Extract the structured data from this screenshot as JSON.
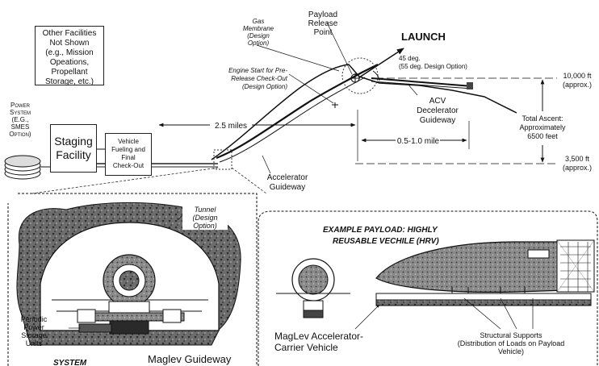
{
  "top": {
    "other_facilities": "Other Facilities\nNot Shown\n(e.g., Mission\nOpeations,\nPropellant\nStorage, etc.)",
    "power_system": "Power\nSystem\n(E.G.,\nSMES\nOption)",
    "staging_facility": "Staging\nFacility",
    "vehicle_fueling": "Vehicle\nFueling and\nFinal\nCheck-Out",
    "gas_membrane": "Gas\nMembrane\n(Design\nOption)",
    "payload_release": "Payload\nRelease\nPoint",
    "launch": "LAUNCH",
    "angle": "45 deg.\n(55 deg. Design Option)",
    "engine_start": "Engine Start for Pre-\nRelease Check-Out\n(Design Option)",
    "distance_25": "2.5 miles",
    "distance_05": "0.5-1.0 mile",
    "acv_guideway": "ACV\nDecelerator\nGuideway",
    "accelerator_guideway": "Accelerator\nGuideway",
    "alt_10000": "10,000 ft\n(approx.)",
    "total_ascent": "Total Ascent:\nApproximately\n6500 feet",
    "alt_3500": "3,500 ft\n(approx.)"
  },
  "left_detail": {
    "tunnel": "Tunnel\n(Design\nOption)",
    "power_storage": "Periodic\nPower\nStorage\nUnits",
    "system": "SYSTEM",
    "maglev_guideway": "Maglev Guideway"
  },
  "right_detail": {
    "payload_title_1": "EXAMPLE PAYLOAD: HIGHLY",
    "payload_title_2": "REUSABLE VECHILE (HRV)",
    "carrier_vehicle": "MagLev Accelerator-\nCarrier Vehicle",
    "structural_supports": "Structural Supports\n(Distribution of Loads on Payload\nVehicle)"
  }
}
